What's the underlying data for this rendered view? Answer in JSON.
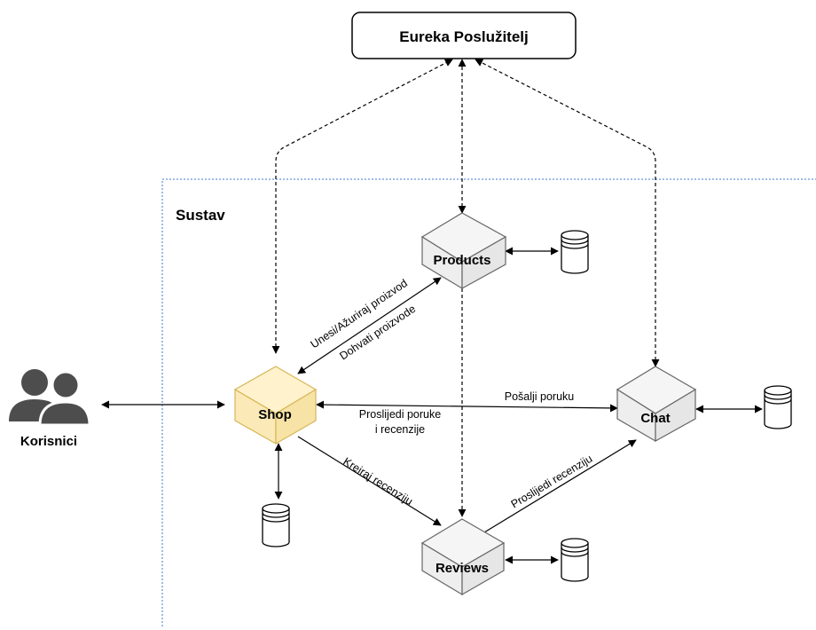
{
  "title": "Eureka Poslužitelj",
  "system": {
    "label": "Sustav"
  },
  "users": {
    "label": "Korisnici"
  },
  "services": {
    "products": "Products",
    "shop": "Shop",
    "chat": "Chat",
    "reviews": "Reviews"
  },
  "edges": {
    "insert_update": "Unesi/Ažuriraj proizvod",
    "fetch_products": "Dohvati proizvode",
    "send_message": "Pošalji poruku",
    "forward_line1": "Proslijedi poruke",
    "forward_line2": "i recenzije",
    "create_review": "Kreiraj recenziju",
    "forward_review": "Proslijedi recenziju"
  },
  "colors": {
    "shop_fill": "#fff2cc",
    "shop_stroke": "#d6b656",
    "node_fill": "#f5f5f5",
    "node_stroke": "#666666",
    "boundary": "#7ea6e0",
    "users": "#4d4d4d"
  }
}
